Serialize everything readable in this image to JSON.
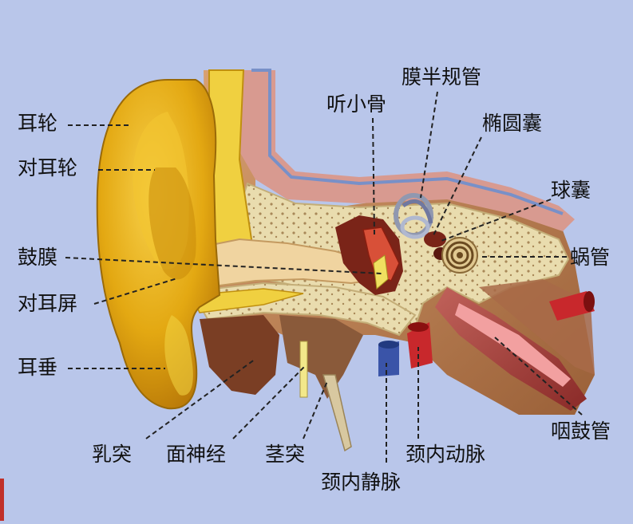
{
  "labels": {
    "helix": "耳轮",
    "antihelix": "对耳轮",
    "tympanic_membrane": "鼓膜",
    "antitragus": "对耳屏",
    "earlobe": "耳垂",
    "mastoid": "乳突",
    "facial_nerve": "面神经",
    "styloid": "茎突",
    "internal_jugular_vein": "颈内静脉",
    "internal_carotid_artery": "颈内动脉",
    "eustachian_tube": "咽鼓管",
    "cochlea": "蜗管",
    "saccule": "球囊",
    "utricle": "椭圆囊",
    "membranous_semicircular_canals": "膜半规管",
    "ossicles": "听小骨"
  },
  "colors": {
    "background": "#b9c6ea",
    "auricle": "#e8b418",
    "bone": "#efe2b8",
    "artery": "#c8282c",
    "vein": "#3a54a8",
    "leader_line": "#222222"
  }
}
